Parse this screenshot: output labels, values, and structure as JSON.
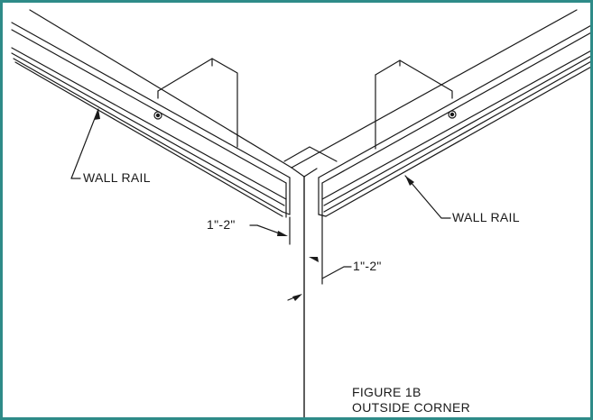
{
  "figure": {
    "number": "FIGURE 1B",
    "title": "OUTSIDE CORNER"
  },
  "callouts": {
    "left_rail": "WALL RAIL",
    "right_rail": "WALL RAIL",
    "left_gap": "1\"-2\"",
    "right_gap": "1\"-2\""
  },
  "colors": {
    "frame_border": "#2e8b88",
    "line": "#1a1a1a"
  }
}
